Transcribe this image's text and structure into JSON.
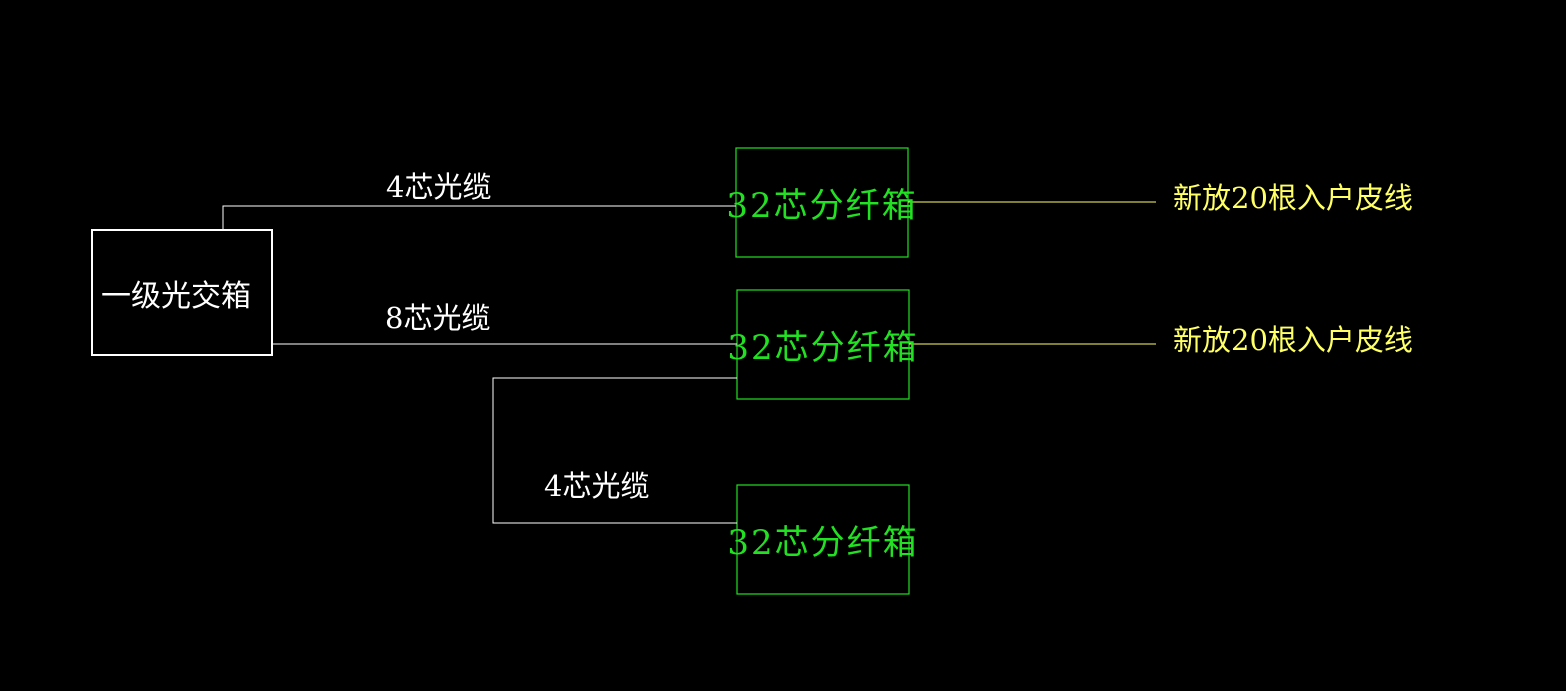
{
  "colors": {
    "background": "#000000",
    "main_box": "#ffffff",
    "splitter_box": "#22e022",
    "drop_line": "#ffff66",
    "cable": "#ffffff"
  },
  "main_box": {
    "label": "一级光交箱"
  },
  "splitters": [
    {
      "label": "32芯分纤箱"
    },
    {
      "label": "32芯分纤箱"
    },
    {
      "label": "32芯分纤箱"
    }
  ],
  "cables": [
    {
      "label": "4芯光缆"
    },
    {
      "label": "8芯光缆"
    },
    {
      "label": "4芯光缆"
    }
  ],
  "drops": [
    {
      "label": "新放20根入户皮线"
    },
    {
      "label": "新放20根入户皮线"
    }
  ]
}
